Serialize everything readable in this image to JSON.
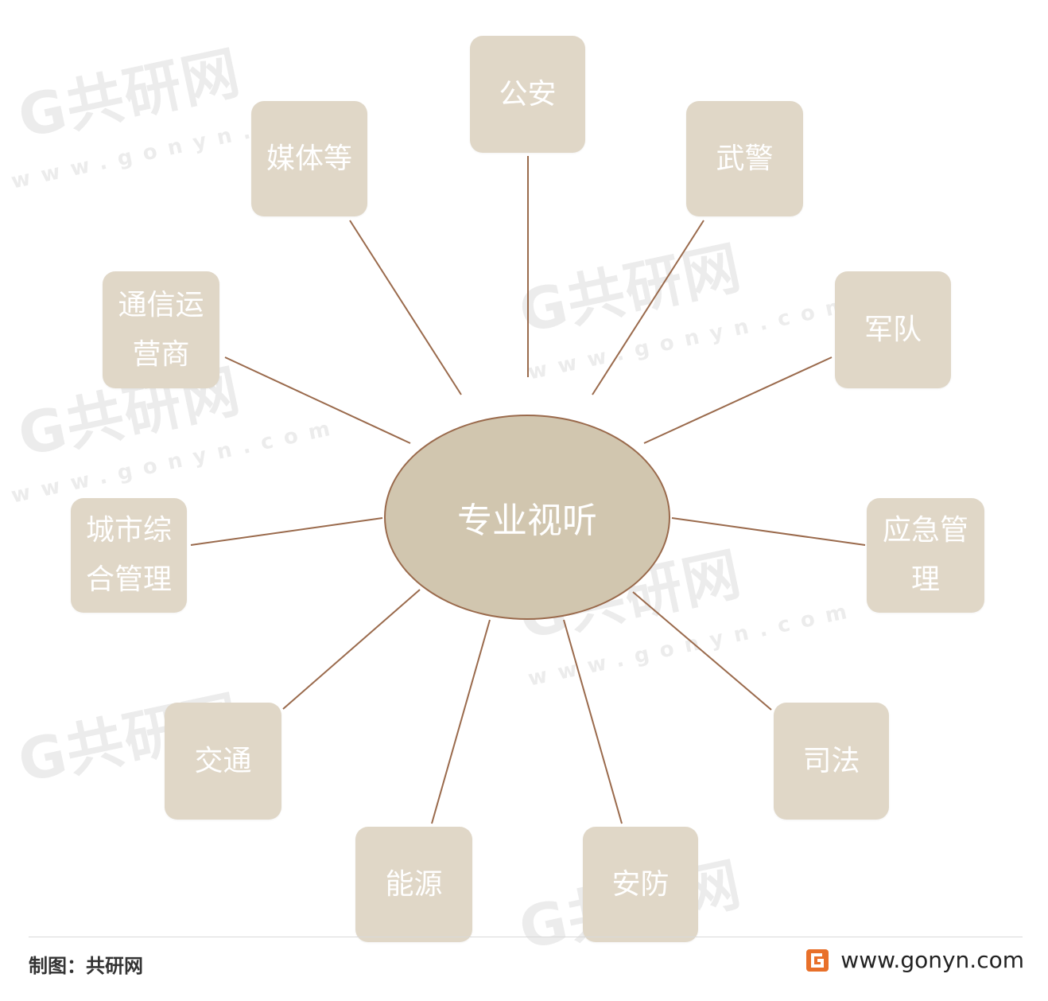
{
  "diagram": {
    "center": "专业视听",
    "nodes": [
      {
        "id": "gongan",
        "label": "公安"
      },
      {
        "id": "wujing",
        "label": "武警"
      },
      {
        "id": "jundui",
        "label": "军队"
      },
      {
        "id": "yingji",
        "label": "应急管理"
      },
      {
        "id": "sifa",
        "label": "司法"
      },
      {
        "id": "anfang",
        "label": "安防"
      },
      {
        "id": "nengyuan",
        "label": "能源"
      },
      {
        "id": "jiaotong",
        "label": "交通"
      },
      {
        "id": "chengshi",
        "label": "城市综合管理"
      },
      {
        "id": "tongxin",
        "label": "通信运营商"
      },
      {
        "id": "meiti",
        "label": "媒体等"
      }
    ],
    "edge_color": "#9a6a4c",
    "node_color": "#e0d7c7",
    "center_color": "#d1c6af"
  },
  "watermark": {
    "text": "共研网",
    "url": "www.gonyn.com"
  },
  "footer": {
    "credit": "制图：共研网",
    "site": "www.gonyn.com",
    "logo_icon": "gonyn-logo-icon",
    "logo_color": "#e8702a"
  }
}
